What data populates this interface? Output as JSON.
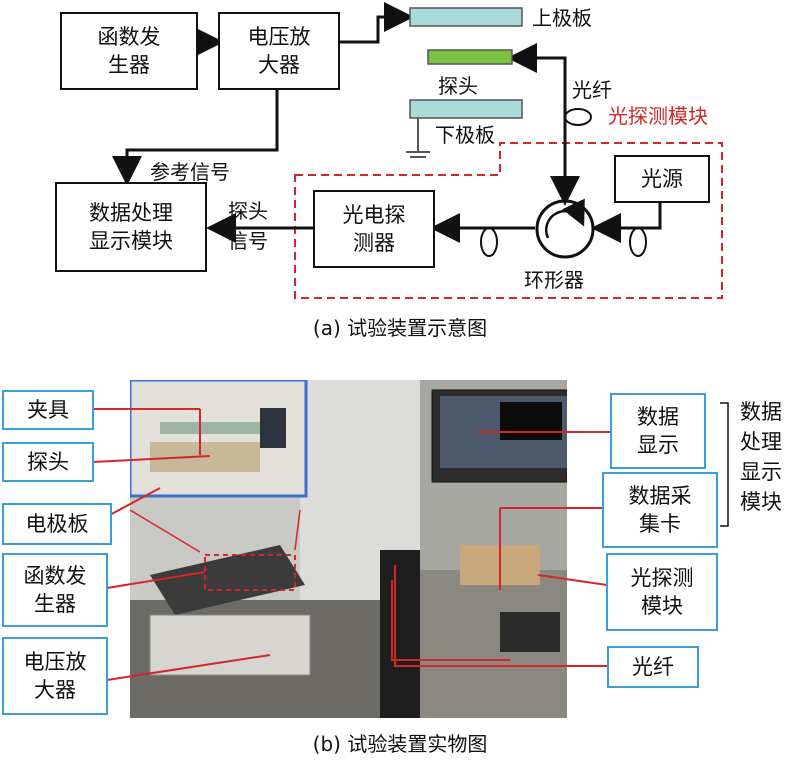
{
  "diagram_a": {
    "function_generator": "函数发\n生器",
    "voltage_amplifier": "电压放\n大器",
    "upper_plate": "上极板",
    "probe": "探头",
    "lower_plate": "下极板",
    "fiber": "光纤",
    "optical_module": "光探测模块",
    "reference_signal": "参考信号",
    "data_module": "数据处理\n显示模块",
    "probe_signal": "探头\n信号",
    "photodetector": "光电探\n测器",
    "light_source": "光源",
    "circulator": "环形器",
    "caption": "(a) 试验装置示意图"
  },
  "diagram_b": {
    "left_labels": [
      "夹具",
      "探头",
      "电极板",
      "函数发\n生器",
      "电压放\n大器"
    ],
    "right_labels": [
      "数据\n显示",
      "数据采\n集卡",
      "光探测\n模块",
      "光纤"
    ],
    "group_label": "数据\n处理\n显示\n模块",
    "caption": "(b) 试验装置实物图"
  },
  "colors": {
    "module_dash": "#d3262b",
    "plate_fill": "#a9dcd8",
    "probe_fill": "#7ac142",
    "callout_border": "#3a9fd8",
    "callout_line": "#d3262b"
  }
}
